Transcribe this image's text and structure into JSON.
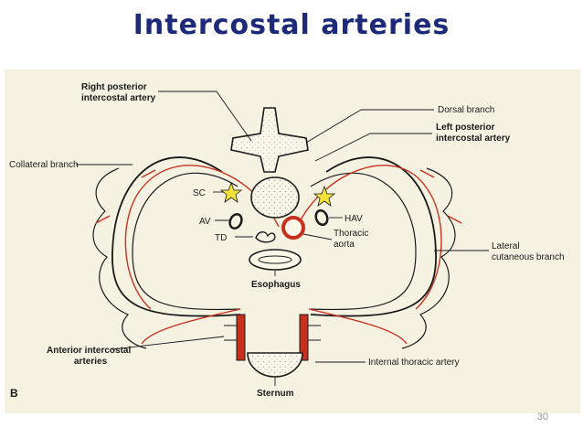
{
  "slide": {
    "title": "Intercostal arteries",
    "page_number": "30"
  },
  "diagram": {
    "panel_letter": "B",
    "labels": {
      "right_posterior_1": "Right posterior",
      "right_posterior_2": "intercostal artery",
      "dorsal_branch": "Dorsal branch",
      "left_posterior_1": "Left posterior",
      "left_posterior_2": "intercostal artery",
      "collateral_branch": "Collateral branch",
      "sc": "SC",
      "av": "AV",
      "hav": "HAV",
      "td": "TD",
      "thoracic_aorta_1": "Thoracic",
      "thoracic_aorta_2": "aorta",
      "lateral_1": "Lateral",
      "lateral_2": "cutaneous branch",
      "esophagus": "Esophagus",
      "anterior_1": "Anterior intercostal",
      "anterior_2": "arteries",
      "internal_thoracic": "Internal thoracic artery",
      "sternum": "Sternum"
    },
    "colors": {
      "artery_red": "#c8301e",
      "star_yellow": "#f2e23a",
      "background_paper": "#f6f2e2",
      "title_navy": "#1d2a7a"
    }
  }
}
